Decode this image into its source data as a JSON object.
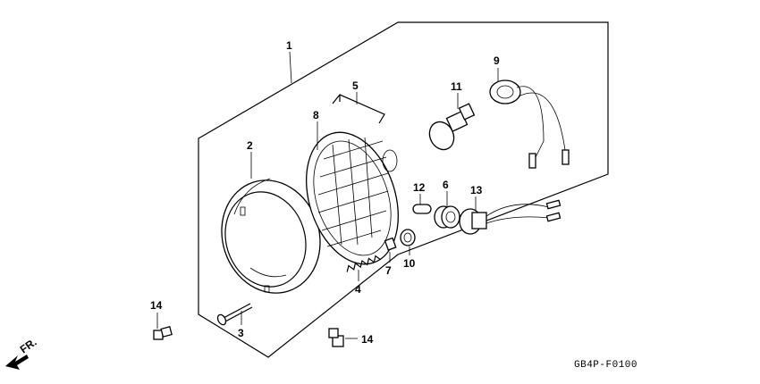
{
  "callouts": {
    "c1": "1",
    "c2": "2",
    "c3": "3",
    "c4": "4",
    "c5": "5",
    "c6": "6",
    "c7": "7",
    "c8": "8",
    "c9": "9",
    "c10": "10",
    "c11": "11",
    "c12": "12",
    "c13": "13",
    "c14a": "14",
    "c14b": "14"
  },
  "direction_label": "FR.",
  "diagram_code": "GB4P-F0100"
}
